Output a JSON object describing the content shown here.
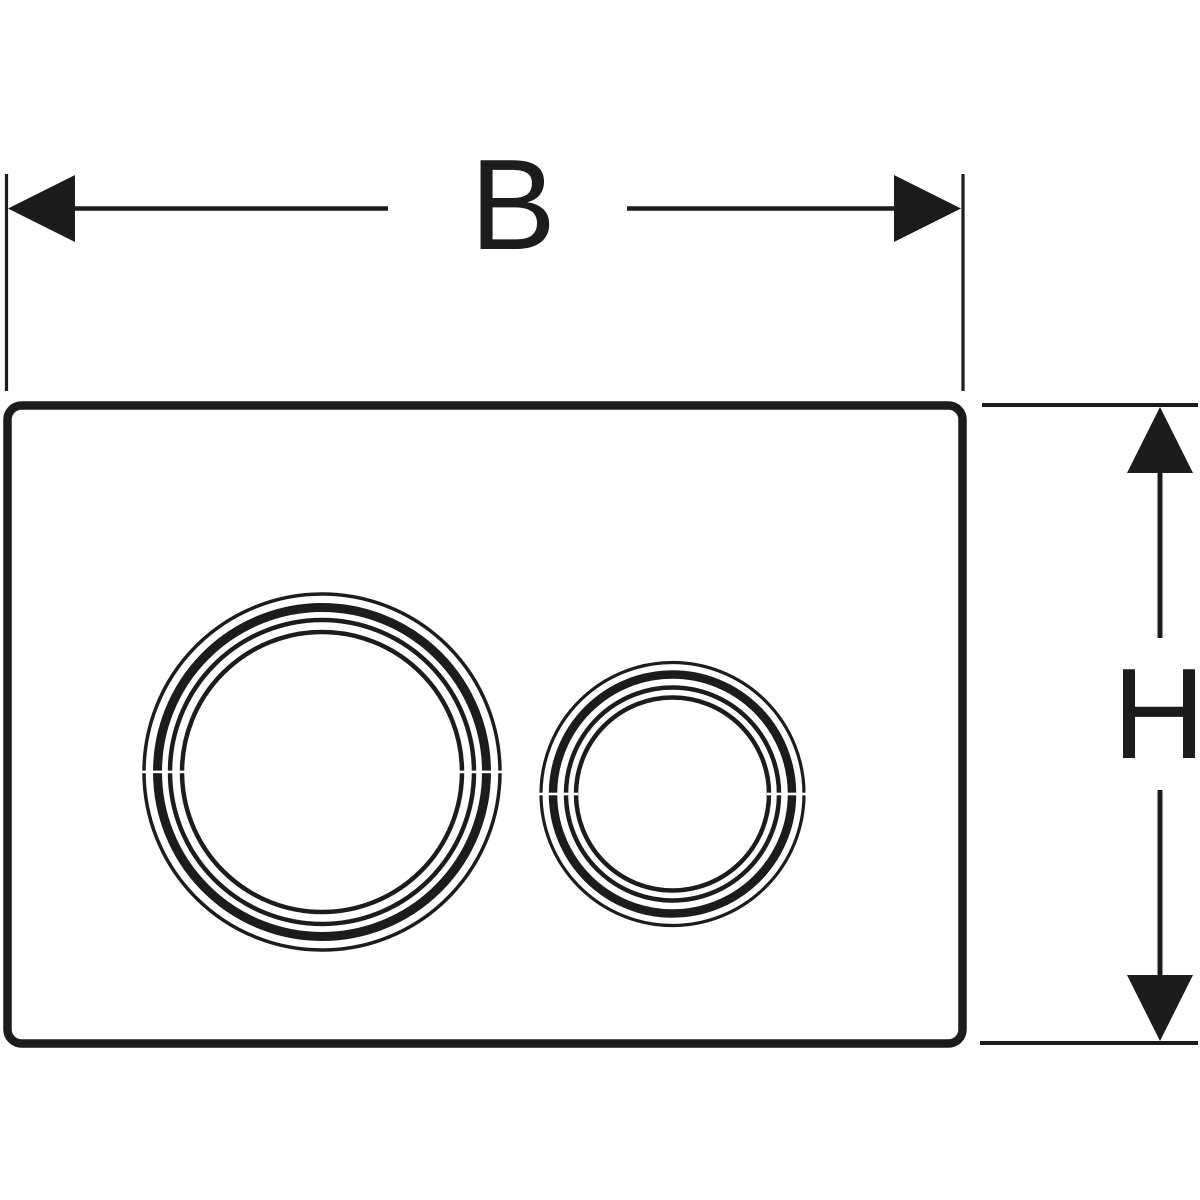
{
  "drawing": {
    "kind": "technical dimension drawing",
    "subject": "rectangular flush plate with two round buttons"
  },
  "dimensions": {
    "width": {
      "label": "B"
    },
    "height": {
      "label": "H"
    }
  },
  "colors": {
    "ink": "#1c1c1c",
    "background": "#ffffff"
  }
}
